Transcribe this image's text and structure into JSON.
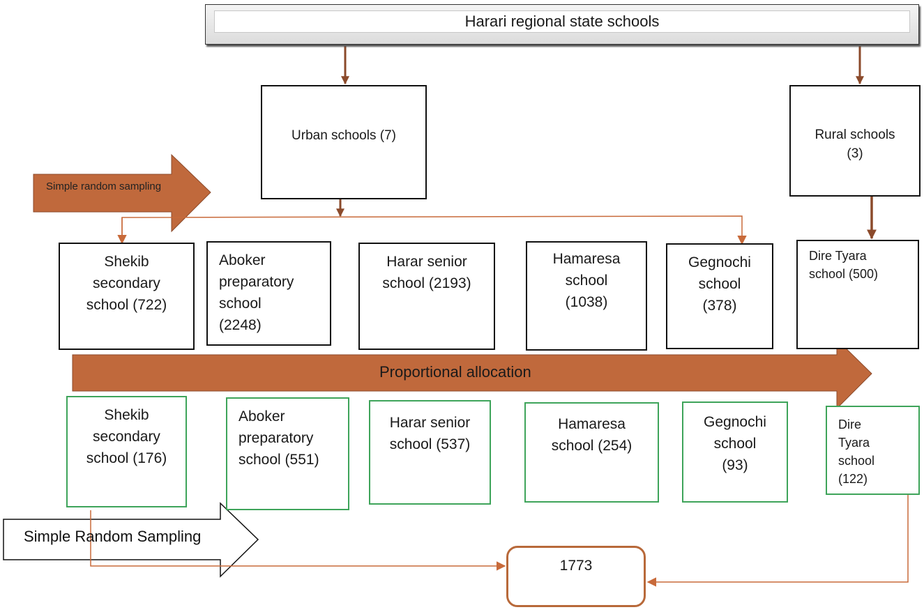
{
  "title": "Harari regional state schools",
  "urban": {
    "label": "Urban schools (7)"
  },
  "rural": {
    "label_line1": "Rural schools",
    "label_line2": "(3)"
  },
  "sampling_arrow_label": "Simple random sampling",
  "proportional_label": "Proportional allocation",
  "srs_label": "Simple Random Sampling",
  "total": "1773",
  "population_schools": [
    {
      "lines": [
        "Shekib",
        "secondary",
        "school (722)"
      ]
    },
    {
      "lines": [
        "Aboker",
        "preparatory",
        "school",
        "(2248)"
      ]
    },
    {
      "lines": [
        "Harar senior",
        "school (2193)"
      ]
    },
    {
      "lines": [
        "Hamaresa",
        "school",
        "(1038)"
      ]
    },
    {
      "lines": [
        "Gegnochi",
        "school",
        "(378)"
      ]
    },
    {
      "lines": [
        "Dire Tyara",
        "school (500)"
      ]
    }
  ],
  "sample_schools": [
    {
      "lines": [
        "Shekib",
        "secondary",
        "school (176)"
      ]
    },
    {
      "lines": [
        "Aboker",
        "preparatory",
        "school (551)"
      ]
    },
    {
      "lines": [
        "Harar senior",
        "school (537)"
      ]
    },
    {
      "lines": [
        "Hamaresa",
        "school (254)"
      ]
    },
    {
      "lines": [
        "Gegnochi",
        "school",
        "(93)"
      ]
    },
    {
      "lines": [
        "Dire",
        "Tyara",
        "school",
        "(122)"
      ]
    }
  ],
  "colors": {
    "brown_arrow": "#b8693a",
    "brown_arrow_fill": "#c0693c",
    "connector": "#8b4a2b",
    "green_border": "#3ea45a",
    "black_border": "#111111"
  }
}
